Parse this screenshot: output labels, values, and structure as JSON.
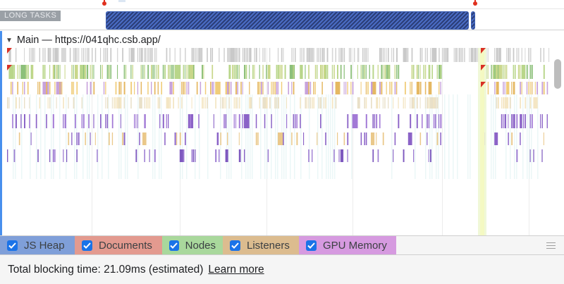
{
  "long_tasks": {
    "label": "LONG TASKS"
  },
  "main_track": {
    "toggle_icon": "triangle-down-icon",
    "title": "Main — https://041qhc.csb.app/"
  },
  "counters": [
    {
      "label": "JS Heap",
      "checked": true,
      "color": "#7f9fd9"
    },
    {
      "label": "Documents",
      "checked": true,
      "color": "#e39a8f"
    },
    {
      "label": "Nodes",
      "checked": true,
      "color": "#a9d89c"
    },
    {
      "label": "Listeners",
      "checked": true,
      "color": "#dcbc8f"
    },
    {
      "label": "GPU Memory",
      "checked": true,
      "color": "#d69ae0"
    }
  ],
  "footer": {
    "text": "Total blocking time: 21.09ms (estimated)",
    "link": "Learn more"
  },
  "colors": {
    "long_task": "#3e61b4",
    "marker": "#e0301e",
    "checkbox": "#1a73e8"
  }
}
